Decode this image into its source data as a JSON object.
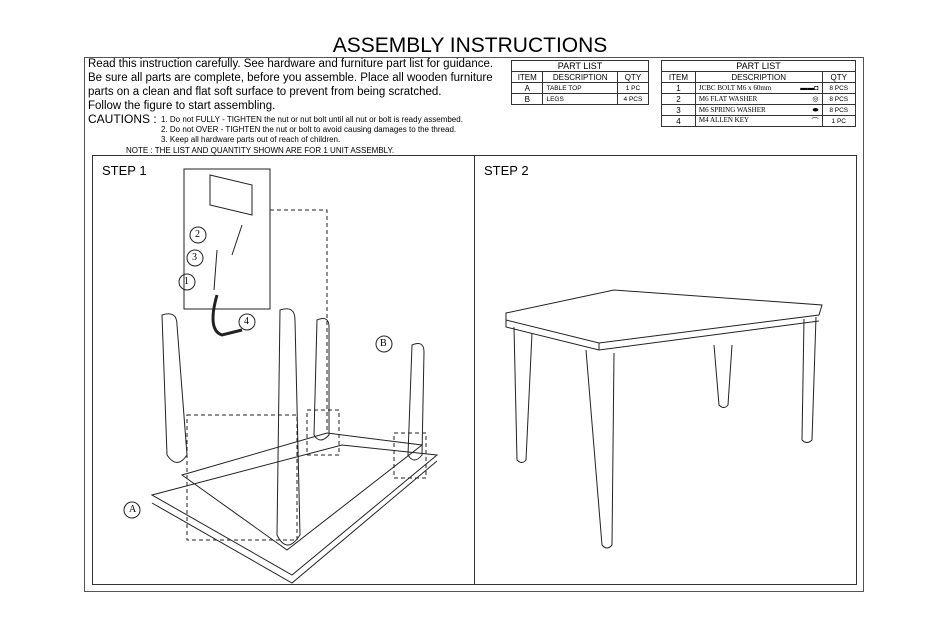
{
  "title": "ASSEMBLY INSTRUCTIONS",
  "intro": [
    "Read this instruction carefully. See hardware and furniture part list for guidance.",
    "Be sure all parts are complete, before you assemble. Place all wooden furniture",
    "parts on a clean and flat soft surface to prevent from being scratched.",
    "Follow the figure to start assembling."
  ],
  "cautions_label": "CAUTIONS :",
  "cautions": [
    "1. Do not FULLY - TIGHTEN the nut or nut bolt until all nut or bolt is ready assembed.",
    "2. Do not OVER - TIGHTEN the nut or bolt to avoid causing damages to the thread.",
    "3. Keep all hardware parts out of reach of children."
  ],
  "note_label": "NOTE :",
  "note": "THE LIST AND QUANTITY SHOWN ARE FOR 1 UNIT ASSEMBLY.",
  "part_list_1": {
    "title": "PART LIST",
    "headers": [
      "ITEM",
      "DESCRIPTION",
      "QTY"
    ],
    "rows": [
      [
        "A",
        "TABLE TOP",
        "1 PC"
      ],
      [
        "B",
        "LEGS",
        "4 PCS"
      ]
    ]
  },
  "part_list_2": {
    "title": "PART LIST",
    "headers": [
      "ITEM",
      "DESCRIPTION",
      "QTY"
    ],
    "rows": [
      [
        "1",
        "JCBC BOLT M6 x 60mm",
        "8 PCS"
      ],
      [
        "2",
        "M6 FLAT WASHER",
        "8 PCS"
      ],
      [
        "3",
        "M6 SPRING WASHER",
        "8 PCS"
      ],
      [
        "4",
        "M4 ALLEN KEY",
        "1 PC"
      ]
    ]
  },
  "step1": {
    "label": "STEP 1",
    "callouts": [
      "1",
      "2",
      "3",
      "4",
      "A",
      "B"
    ]
  },
  "step2": {
    "label": "STEP 2"
  }
}
